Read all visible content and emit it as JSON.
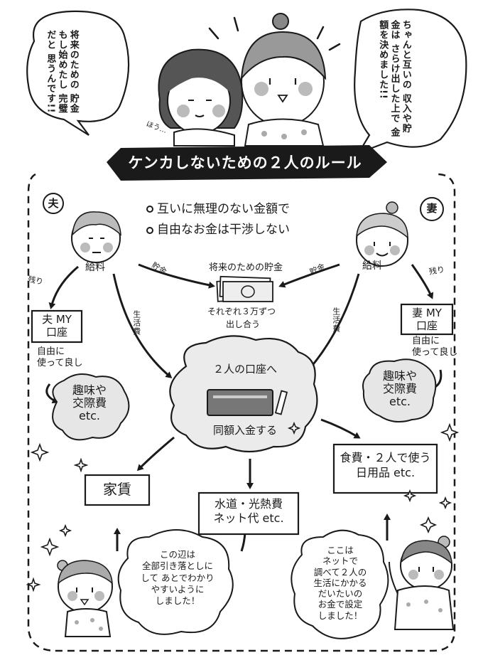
{
  "title": "ケンカしないための２人のルール",
  "speech": {
    "left_bubble": "将来のための 貯金もし始めたし 完璧だと 思うんです!!",
    "right_bubble": "ちゃんと互いの 収入や貯金は さらけ出した上で 金額を決めました!!",
    "aside": "ほう…"
  },
  "labels": {
    "husband_badge": "夫",
    "wife_badge": "妻",
    "husband_salary": "給料",
    "wife_salary": "給料",
    "remainder_left": "残り",
    "remainder_right": "残り",
    "savings_left": "貯金",
    "savings_right": "貯金",
    "living_left": "生活費",
    "living_right": "生活費"
  },
  "rules": [
    "互いに無理のない金額で",
    "自由なお金は干渉しない"
  ],
  "savings": {
    "title": "将来のための貯金",
    "note_line1": "それぞれ３万ずつ",
    "note_line2": "出し合う"
  },
  "accounts": {
    "husband": "夫 MY\n口座",
    "wife": "妻 MY\n口座",
    "free_use": "自由に\n使って良し",
    "free_use_right": "自由に\n使って良し",
    "hobby": "趣味や\n交際費\netc.",
    "hobby_right": "趣味や\n交際費\netc."
  },
  "shared": {
    "title": "２人の口座へ",
    "deposit": "同額入金する"
  },
  "expenses": {
    "rent": "家賃",
    "utilities": "水道・光熱費\nネット代 etc.",
    "food": "食費・２人で使う\n日用品 etc."
  },
  "bottom": {
    "left_bubble": "この辺は\n全部引き落としに\nして あとでわかり\nやすいように\nしました！",
    "right_bubble": "ここは\nネットで\n調べて２人の\n生活にかかる\nだいたいの\nお金で設定\nしました！"
  }
}
